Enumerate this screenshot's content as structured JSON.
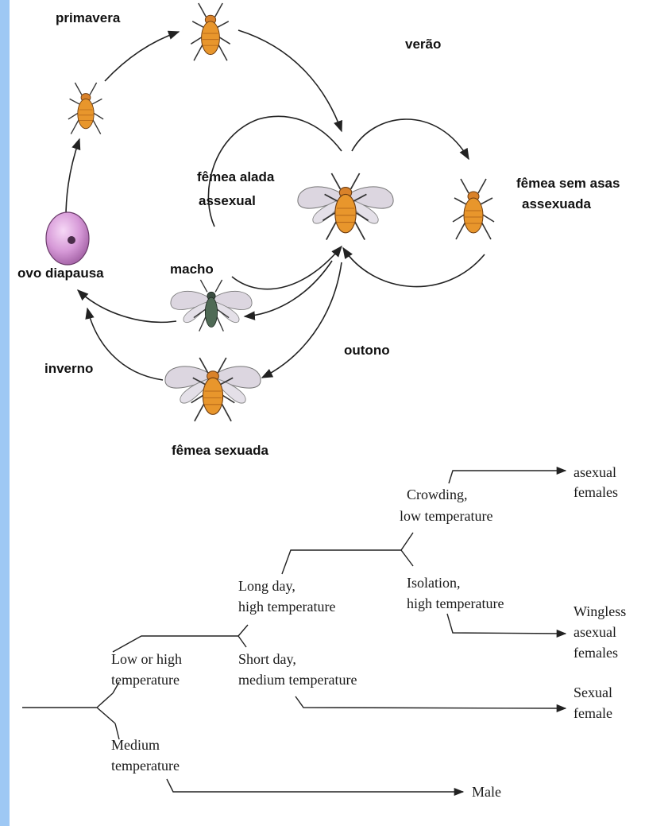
{
  "life_cycle": {
    "season_spring": "primavera",
    "season_summer": "verão",
    "season_autumn": "outono",
    "season_winter": "inverno",
    "winged_asexual_line1": "fêmea alada",
    "winged_asexual_line2": "assexual",
    "wingless_asexual_line1": "fêmea sem asas",
    "wingless_asexual_line2": "assexuada",
    "diapause_egg": "ovo diapausa",
    "male": "macho",
    "sexual_female": "fêmea sexuada"
  },
  "decision_tree": {
    "low_or_high_temp_line1": "Low or high",
    "low_or_high_temp_line2": "temperature",
    "medium_temp_line1": "Medium",
    "medium_temp_line2": "temperature",
    "long_day_line1": "Long day,",
    "long_day_line2": "high temperature",
    "short_day_line1": "Short day,",
    "short_day_line2": "medium temperature",
    "crowding_line1": "Crowding,",
    "crowding_line2": "low temperature",
    "isolation_line1": "Isolation,",
    "isolation_line2": "high temperature",
    "out_asexual_line1": "asexual",
    "out_asexual_line2": "females",
    "out_wingless_line1": "Wingless",
    "out_wingless_line2": "asexual",
    "out_wingless_line3": "females",
    "out_sexual_line1": "Sexual",
    "out_sexual_line2": "female",
    "out_male": "Male"
  },
  "colors": {
    "background_frame": "#9ec8f4",
    "aphid_body": "#e8962c",
    "aphid_wing": "#d8d4dc",
    "male_body": "#4f6a55",
    "egg": "#d79ad8"
  }
}
